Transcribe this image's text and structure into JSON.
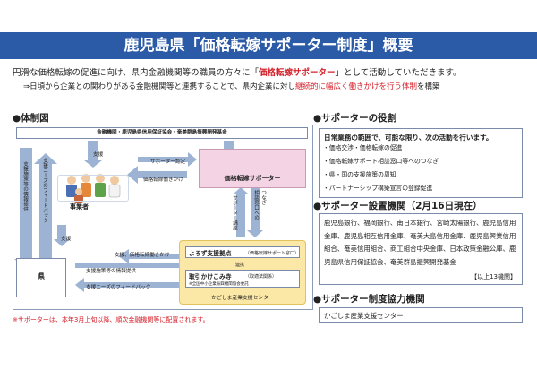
{
  "title": "鹿児島県「価格転嫁サポーター制度」概要",
  "intro": {
    "line1_pre": "円滑な価格転嫁の促進に向け、県内金融機関等の職員の方々に「",
    "line1_highlight": "価格転嫁サポーター",
    "line1_post": "」として活動していただきます。",
    "line2_pre": "⇒日頃から企業との関わりがある金融機関等と連携することで、県内企業に対し",
    "line2_highlight": "継続的に幅広く働きかけを行う体制",
    "line2_post": "を構築"
  },
  "diagram": {
    "heading": "●体制図",
    "top_org": "金融機関・鹿児島県信用保証協会・奄美群島振興開発基金",
    "supporter": "価格転嫁サポーター",
    "business": "事業者",
    "prefecture": "県",
    "arrows": {
      "support": "支援",
      "supporter_cert": "サポーター認定",
      "tenka_hatarakikake": "価格転嫁働きかけ",
      "support_info": "支援、価格転嫁働きかけ",
      "support_measure_info": "支援施策等の情報提供",
      "needs_feedback": "支援ニーズのフィードバック",
      "left_vertical_1": "支援施策等の情報提供",
      "left_vertical_2": "支援ニーズのフィードバック",
      "connect": "相談窓口への",
      "tsunagi": "つなぎ",
      "seminar": "サポーター講座"
    },
    "center": {
      "yorozu": "よろず支援拠点",
      "yorozu_sub": "（価格転嫁サポート窓口）",
      "renkei": "連携",
      "torihiki": "取引かけこみ寺",
      "torihiki_sub": "（取適法関係）",
      "torihiki_note": "※全国中小企業振興機関協会委託",
      "org": "かごしま産業支援センター"
    },
    "support_label": "支援"
  },
  "role": {
    "heading": "●サポーターの役割",
    "lead": "日常業務の範囲で、可能な限り、次の活動を行います。",
    "items": [
      "価格交渉・価格転嫁の促進",
      "価格転嫁サポート相談窓口等へのつなぎ",
      "県・国の支援施策の周知",
      "パートナーシップ構築宣言の登録促進"
    ]
  },
  "banks": {
    "heading": "●サポーター設置機関（2月16日現在）",
    "text": "鹿児島銀行、福岡銀行、南日本銀行、宮崎太陽銀行、鹿児島信用金庫、鹿児島相互信用金庫、奄美大島信用金庫、鹿児島興業信用組合、奄美信用組合、商工組合中央金庫、日本政策金融公庫、鹿児島県信用保証協会、奄美群島振興開発基金",
    "count": "【以上13機関】"
  },
  "coop": {
    "heading": "●サポーター制度協力機関",
    "text": "かごしま産業支援センター"
  },
  "note": "※サポーターは、本年3月上旬以降、順次金融機関等に配置されます。",
  "colors": {
    "title_bg": "#2b5aa6",
    "highlight": "#d4202a",
    "arrow": "#9db3d3",
    "pink": "#f4d4e4",
    "yellow": "#fbe7a6"
  }
}
